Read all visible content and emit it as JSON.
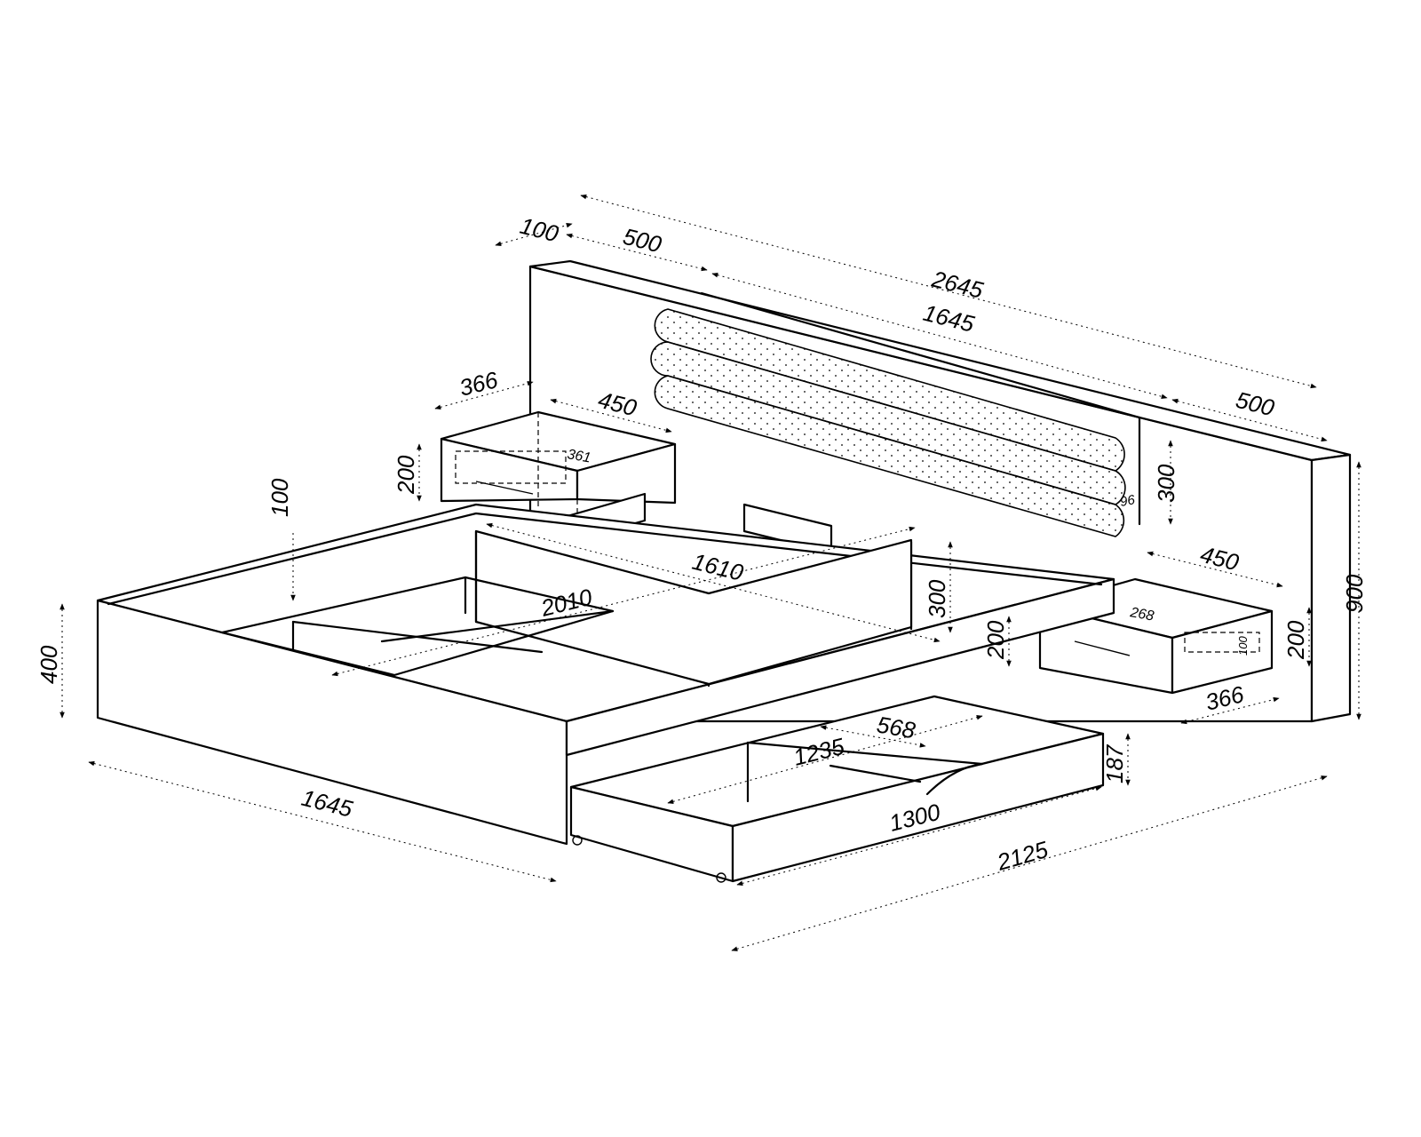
{
  "dimensions": {
    "headboard_width": "2645",
    "headboard_center": "1645",
    "headboard_left_wing": "500",
    "headboard_right_wing": "500",
    "headboard_depth": "100",
    "headboard_height": "900",
    "cushion_height": "300",
    "cushion_radius": "96",
    "nightstand_left_depth": "366",
    "nightstand_left_width": "450",
    "nightstand_left_height": "200",
    "nightstand_left_drawer": "361",
    "nightstand_right_width": "450",
    "nightstand_right_depth": "366",
    "nightstand_right_height": "200",
    "nightstand_right_drawer": "268",
    "nightstand_right_front": "100",
    "support_height": "100",
    "frame_length": "2010",
    "frame_inner_width": "1610",
    "frame_side_height": "300",
    "frame_rail_height": "200",
    "frame_height": "400",
    "frame_width": "1645",
    "overall_length": "2125",
    "drawer_width": "1300",
    "drawer_inner": "1235",
    "drawer_divider": "568",
    "drawer_height": "187"
  }
}
